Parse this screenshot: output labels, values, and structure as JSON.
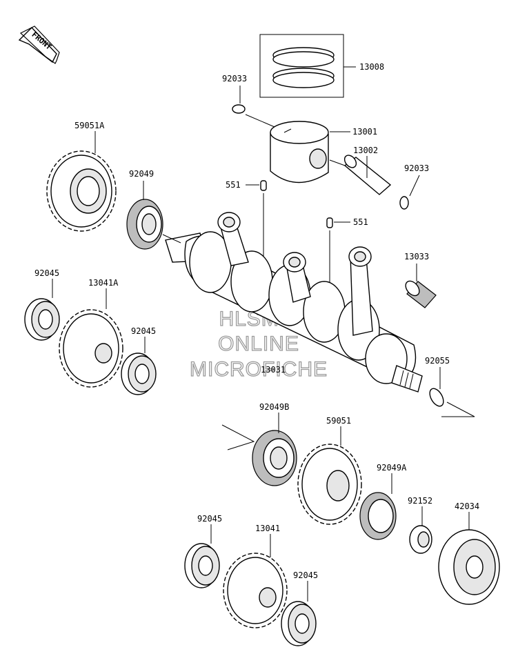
{
  "front_arrow": "FRONT",
  "watermark": [
    "HLSM'S",
    "ONLINE",
    "MICROFICHE"
  ],
  "parts": [
    {
      "id": "p13008",
      "label": "13008"
    },
    {
      "id": "p92033a",
      "label": "92033"
    },
    {
      "id": "p13001",
      "label": "13001"
    },
    {
      "id": "p13002",
      "label": "13002"
    },
    {
      "id": "p92033b",
      "label": "92033"
    },
    {
      "id": "p59051A",
      "label": "59051A"
    },
    {
      "id": "p92049",
      "label": "92049"
    },
    {
      "id": "p551a",
      "label": "551"
    },
    {
      "id": "p551b",
      "label": "551"
    },
    {
      "id": "p13033",
      "label": "13033"
    },
    {
      "id": "p92045a",
      "label": "92045"
    },
    {
      "id": "p13041A",
      "label": "13041A"
    },
    {
      "id": "p92045b",
      "label": "92045"
    },
    {
      "id": "p13031",
      "label": "13031"
    },
    {
      "id": "p92055",
      "label": "92055"
    },
    {
      "id": "p92049B",
      "label": "92049B"
    },
    {
      "id": "p59051",
      "label": "59051"
    },
    {
      "id": "p92049A",
      "label": "92049A"
    },
    {
      "id": "p92152",
      "label": "92152"
    },
    {
      "id": "p42034",
      "label": "42034"
    },
    {
      "id": "p92045c",
      "label": "92045"
    },
    {
      "id": "p13041",
      "label": "13041"
    },
    {
      "id": "p92045d",
      "label": "92045"
    }
  ]
}
